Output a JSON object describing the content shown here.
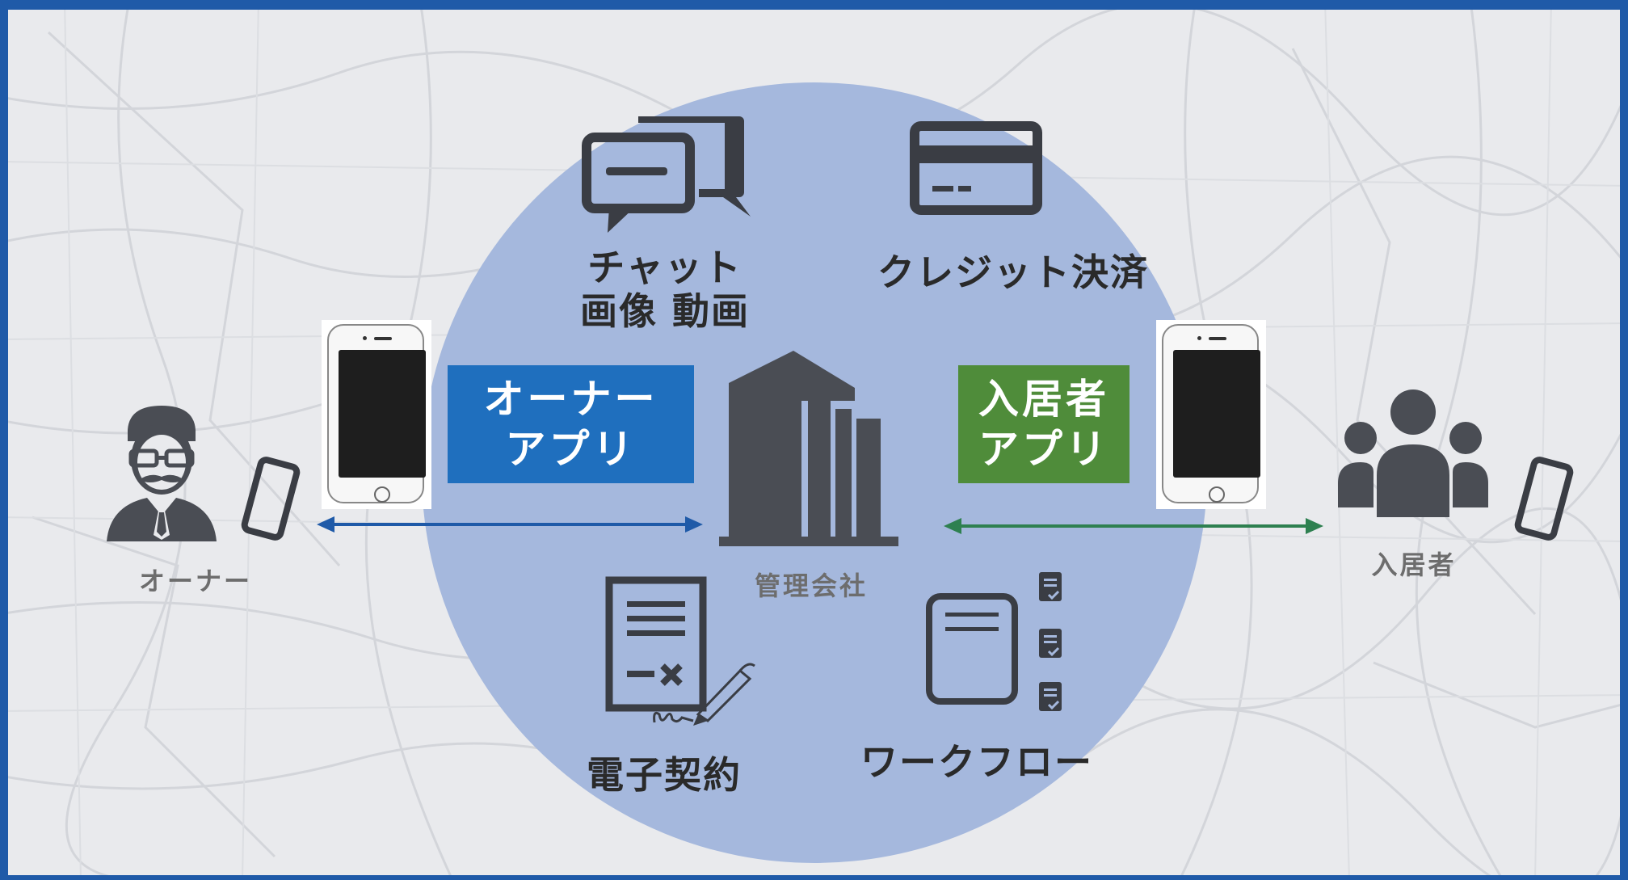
{
  "features": {
    "chat": "チャット\n画像 動画",
    "credit": "クレジット決済",
    "contract": "電子契約",
    "workflow": "ワークフロー"
  },
  "apps": {
    "owner": "オーナー\nアプリ",
    "resident": "入居者\nアプリ"
  },
  "center": {
    "label": "管理会社"
  },
  "parties": {
    "owner": "オーナー",
    "resident": "入居者"
  },
  "icons": {
    "chat": "chat-bubbles-icon",
    "credit": "credit-card-icon",
    "building": "building-icon",
    "contract": "signed-document-icon",
    "workflow": "workflow-documents-icon",
    "owner": "businessman-icon",
    "resident": "group-people-icon",
    "phone": "smartphone-icon"
  },
  "colors": {
    "frame": "#1f5aa8",
    "circle": "#a5b8dd",
    "owner_app": "#1f6fbe",
    "resident_app": "#4f8c3a",
    "owner_arrow": "#1f5aa8",
    "resident_arrow": "#2e8050",
    "icon_dark": "#3a3d44"
  }
}
